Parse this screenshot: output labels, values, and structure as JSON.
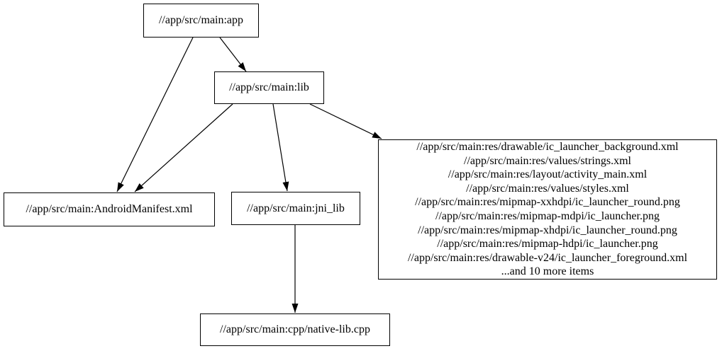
{
  "graph": {
    "background_color": "#ffffff",
    "node_fill_color": "#ffffff",
    "node_border_color": "#000000",
    "edge_color": "#000000",
    "nodes": {
      "app": {
        "label": "//app/src/main:app"
      },
      "lib": {
        "label": "//app/src/main:lib"
      },
      "android_manifest": {
        "label": "//app/src/main:AndroidManifest.xml"
      },
      "jni_lib": {
        "label": "//app/src/main:jni_lib"
      },
      "resources": {
        "lines": [
          "//app/src/main:res/drawable/ic_launcher_background.xml",
          "//app/src/main:res/values/strings.xml",
          "//app/src/main:res/layout/activity_main.xml",
          "//app/src/main:res/values/styles.xml",
          "//app/src/main:res/mipmap-xxhdpi/ic_launcher_round.png",
          "//app/src/main:res/mipmap-mdpi/ic_launcher.png",
          "//app/src/main:res/mipmap-xhdpi/ic_launcher_round.png",
          "//app/src/main:res/mipmap-hdpi/ic_launcher.png",
          "//app/src/main:res/drawable-v24/ic_launcher_foreground.xml",
          "...and 10 more items"
        ]
      },
      "native_lib": {
        "label": "//app/src/main:cpp/native-lib.cpp"
      }
    },
    "edges": [
      {
        "from": "app",
        "to": "lib"
      },
      {
        "from": "app",
        "to": "android_manifest"
      },
      {
        "from": "lib",
        "to": "android_manifest"
      },
      {
        "from": "lib",
        "to": "jni_lib"
      },
      {
        "from": "lib",
        "to": "resources"
      },
      {
        "from": "jni_lib",
        "to": "native_lib"
      }
    ]
  }
}
